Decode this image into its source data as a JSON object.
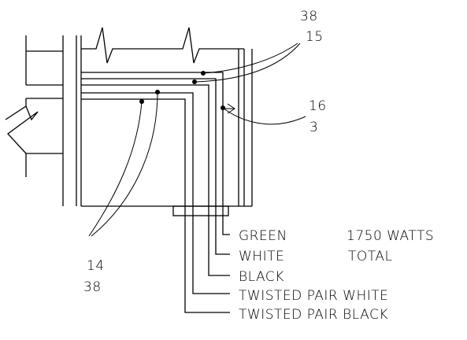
{
  "callouts": {
    "top_right_a": "38",
    "top_right_b": "15",
    "mid_right_a": "16",
    "mid_right_b": "3",
    "bottom_left_a": "14",
    "bottom_left_b": "38"
  },
  "wire_labels": {
    "green": "GREEN",
    "white": "WHITE",
    "black": "BLACK",
    "twisted_white": "TWISTED PAIR WHITE",
    "twisted_black": "TWISTED PAIR BLACK"
  },
  "notes": {
    "watts": "1750 WATTS",
    "total": "TOTAL"
  }
}
